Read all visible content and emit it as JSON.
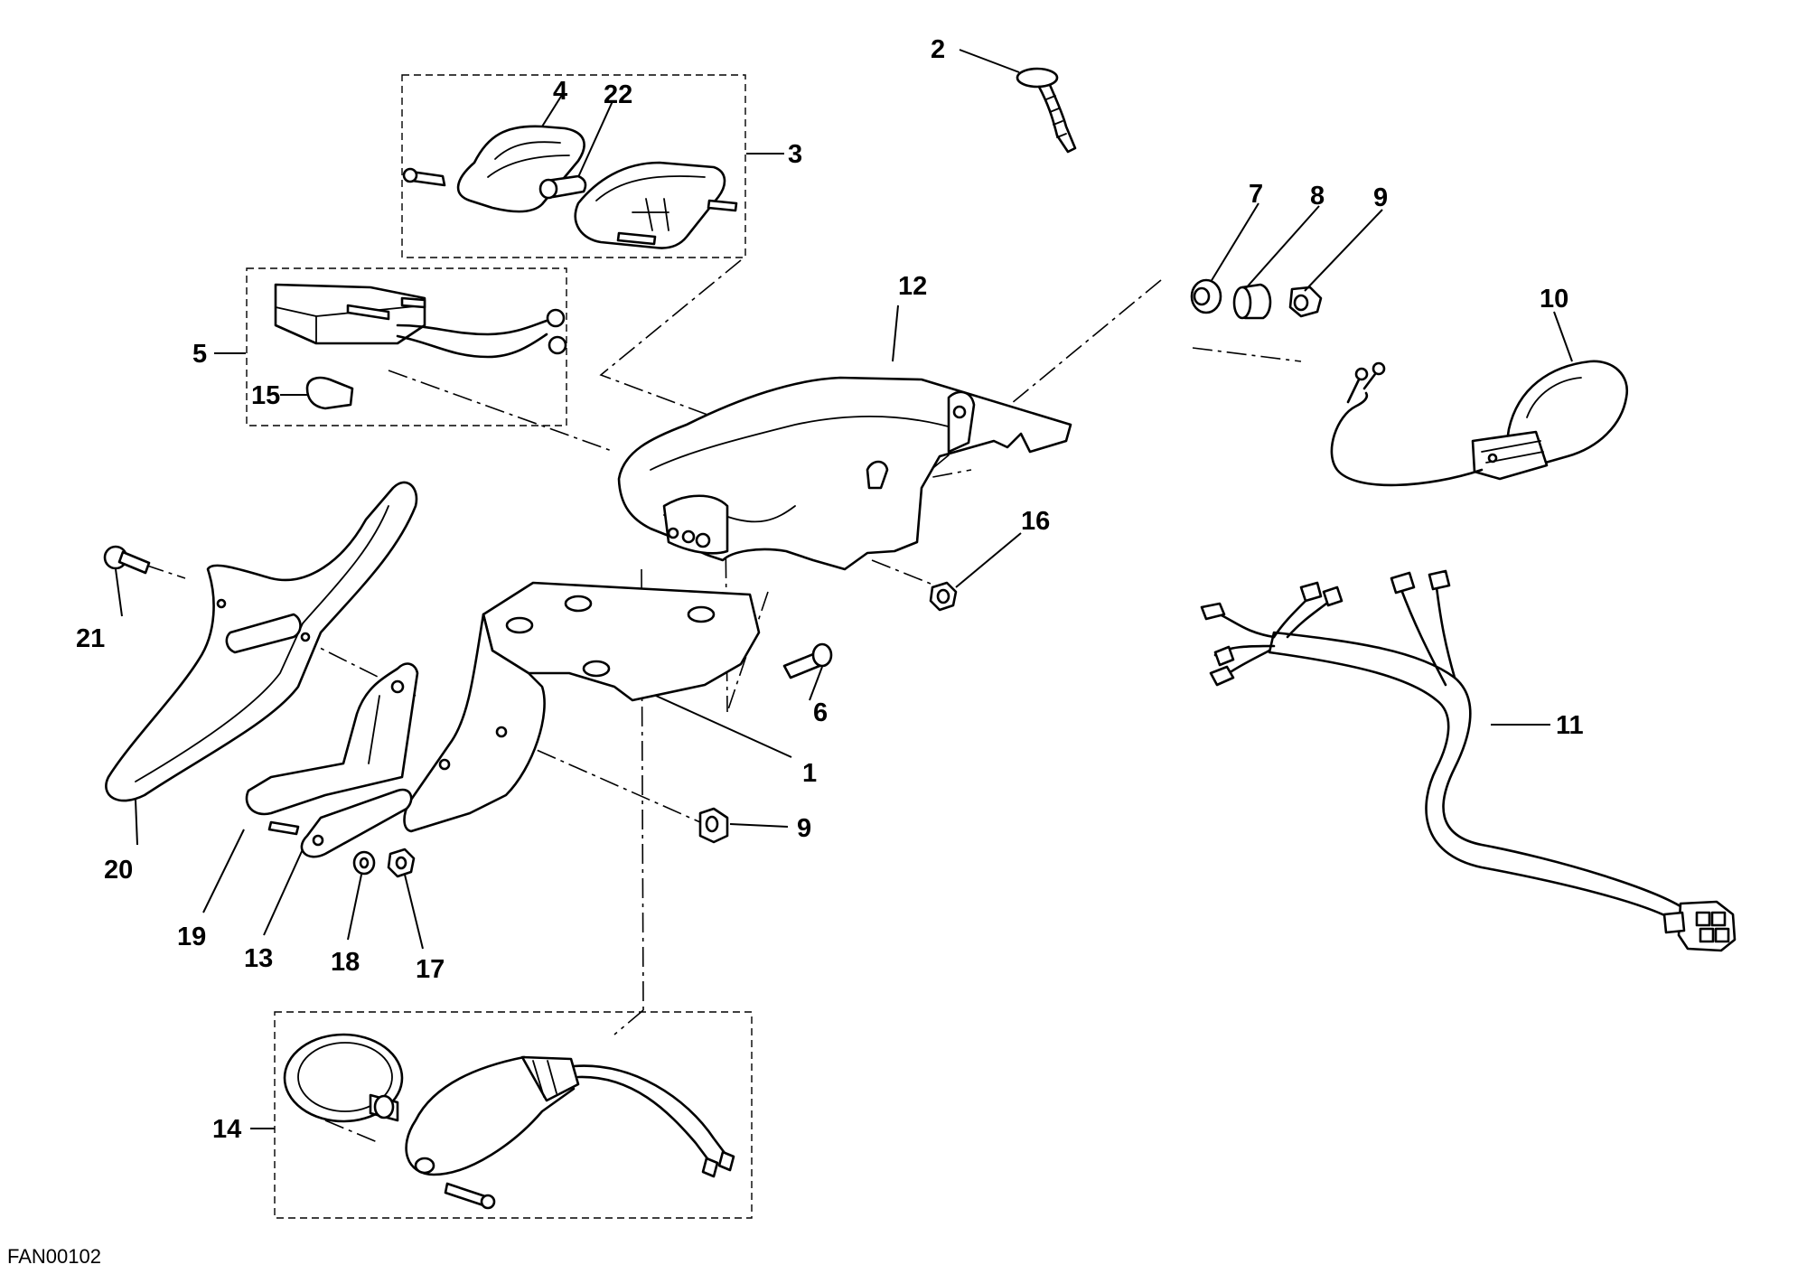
{
  "drawing_code": "FAN00102",
  "callouts": [
    {
      "n": "1"
    },
    {
      "n": "2"
    },
    {
      "n": "3"
    },
    {
      "n": "4"
    },
    {
      "n": "22"
    },
    {
      "n": "5"
    },
    {
      "n": "15"
    },
    {
      "n": "6"
    },
    {
      "n": "7"
    },
    {
      "n": "8"
    },
    {
      "n": "9"
    },
    {
      "n": "9"
    },
    {
      "n": "10"
    },
    {
      "n": "11"
    },
    {
      "n": "12"
    },
    {
      "n": "13"
    },
    {
      "n": "14"
    },
    {
      "n": "16"
    },
    {
      "n": "17"
    },
    {
      "n": "18"
    },
    {
      "n": "19"
    },
    {
      "n": "20"
    },
    {
      "n": "21"
    }
  ]
}
